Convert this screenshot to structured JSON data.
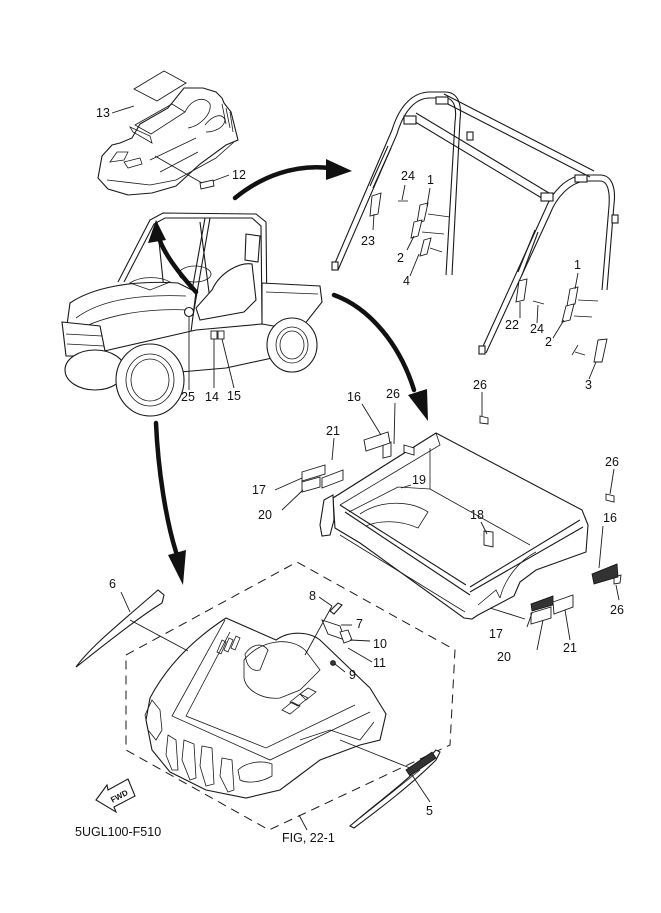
{
  "diagram": {
    "title_code": "5UGL100-F510",
    "figure_ref": "FIG, 22-1",
    "fwd_label": "FWD",
    "callouts": {
      "c1a": "1",
      "c1b": "1",
      "c2a": "2",
      "c2b": "2",
      "c3": "3",
      "c4": "4",
      "c5": "5",
      "c6": "6",
      "c7": "7",
      "c8": "8",
      "c9": "9",
      "c10": "10",
      "c11": "11",
      "c12": "12",
      "c13": "13",
      "c14": "14",
      "c15": "15",
      "c16a": "16",
      "c16b": "16",
      "c17a": "17",
      "c17b": "17",
      "c18": "18",
      "c19": "19",
      "c20a": "20",
      "c20b": "20",
      "c21a": "21",
      "c21b": "21",
      "c22": "22",
      "c23": "23",
      "c24a": "24",
      "c24b": "24",
      "c25": "25",
      "c26a": "26",
      "c26b": "26",
      "c26c": "26",
      "c26d": "26"
    },
    "components": [
      "dash-panel-cover",
      "roll-cage",
      "utility-vehicle-overview",
      "cargo-bed",
      "front-hood",
      "side-stripe-decal",
      "hood-side-decal"
    ]
  }
}
